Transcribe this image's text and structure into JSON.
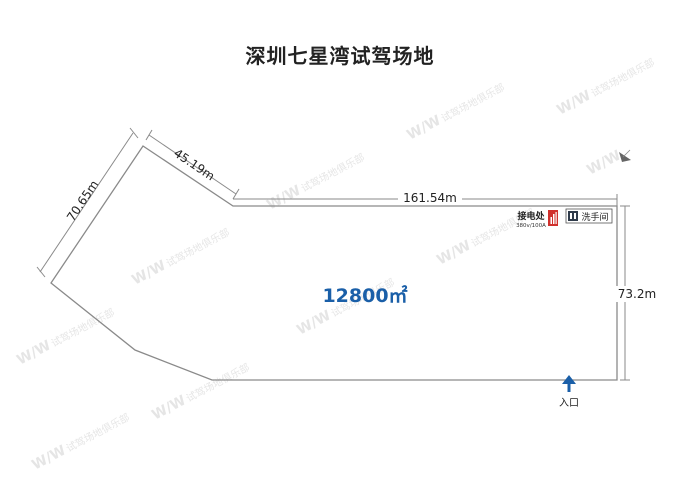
{
  "title": "深圳七星湾试驾场地",
  "dimensions": {
    "top_left_edge": "70.65m",
    "top_short_edge": "45.19m",
    "top_long_edge": "161.54m",
    "right_edge": "73.2m"
  },
  "area": "12800㎡",
  "power_station": {
    "label": "接电处",
    "spec": "380v/100A"
  },
  "restroom": {
    "label": "洗手间"
  },
  "entrance": {
    "label": "入口"
  },
  "colors": {
    "outline": "#8a8a8a",
    "area_text": "#1a5fa8",
    "entrance_arrow": "#1a5fa8",
    "power_icon": "#d0312d",
    "watermark": "#e3e3e3"
  },
  "watermark": {
    "logo_text": "W/W",
    "brand_text": "试驾场地俱乐部"
  }
}
